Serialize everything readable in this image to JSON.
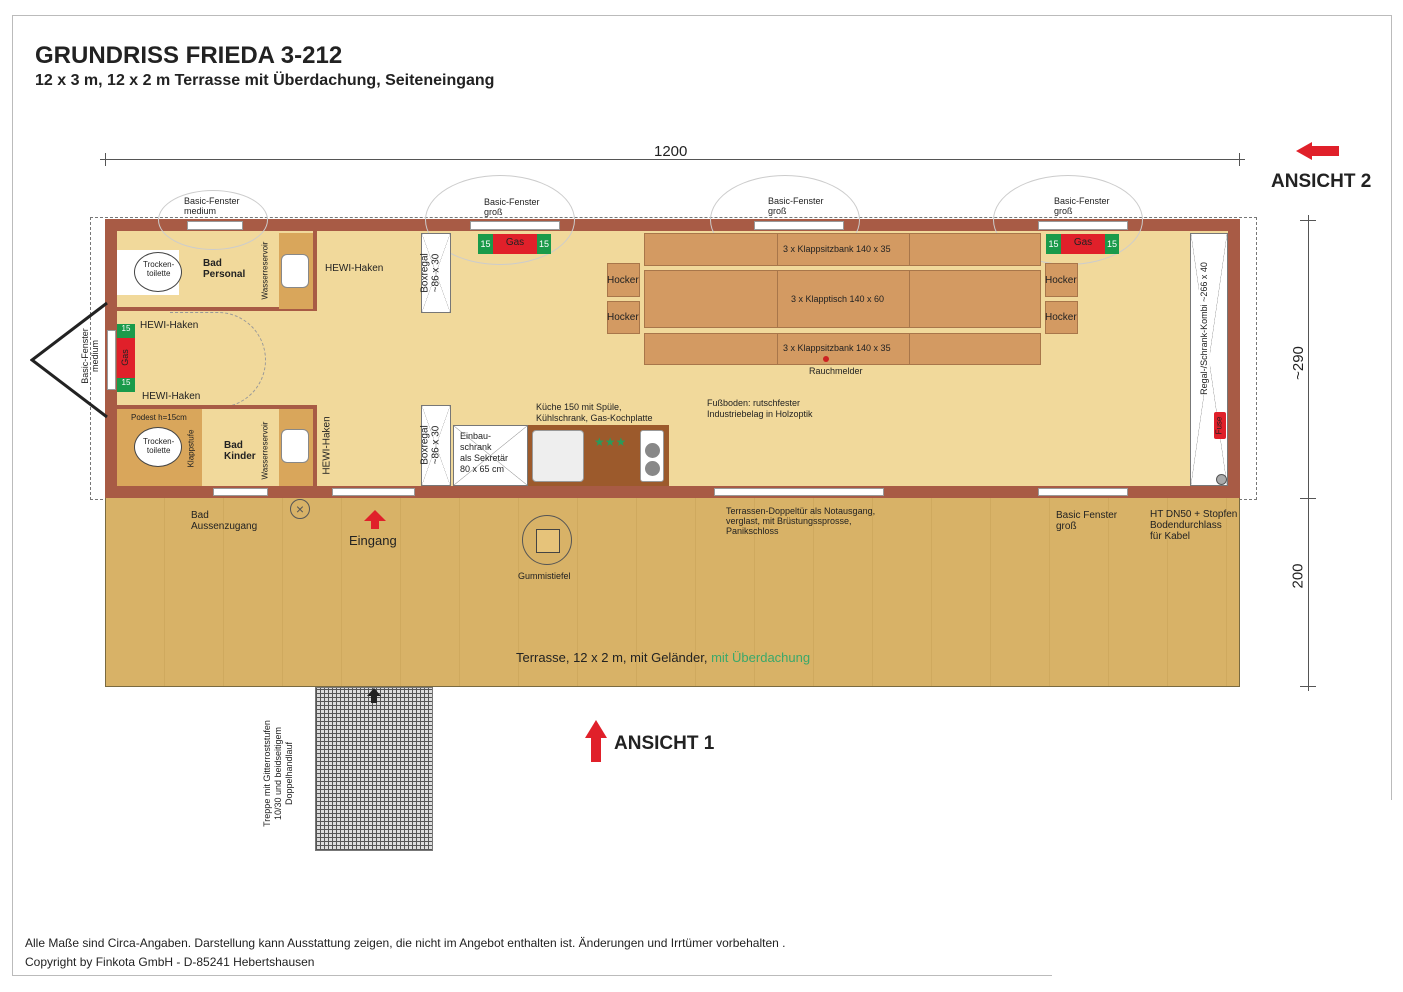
{
  "title": "GRUNDRISS FRIEDA 3-212",
  "subtitle": "12 x 3 m, 12 x 2 m Terrasse mit Überdachung, Seiteneingang",
  "dimensions": {
    "width": "1200",
    "depth_house": "~290",
    "depth_terrace": "200"
  },
  "views": {
    "view2": "ANSICHT 2",
    "view1": "ANSICHT 1"
  },
  "windows": {
    "w1": "Basic-Fenster\nmedium",
    "w2": "Basic-Fenster\ngroß",
    "w3": "Basic-Fenster\ngroß",
    "w4": "Basic-Fenster\ngroß",
    "side": "Basic-Fenster\nmedium",
    "terrace": "Basic Fenster\ngroß"
  },
  "rooms": {
    "bath_staff": "Bad\nPersonal",
    "bath_kids": "Bad\nKinder",
    "toilet1": "Trocken-\ntoilette",
    "toilet2": "Trocken-\ntoilette",
    "podest": "Podest h=15cm",
    "step": "Klappstufe",
    "water1": "Wasserreservoir",
    "water2": "Wasserreservoir"
  },
  "hooks": {
    "h1": "HEWI-Haken",
    "h2": "HEWI-Haken",
    "h3": "HEWI-Haken",
    "h4": "HEWI-Haken"
  },
  "gas": {
    "label": "Gas",
    "num": "15"
  },
  "furniture": {
    "boxregal": "Boxregal\n~86 x 30",
    "bench_top": "3 x Klappsitzbank 140 x 35",
    "table": "3 x Klapptisch 140 x 60",
    "bench_bottom": "3 x Klappsitzbank 140 x 35",
    "hocker": "Hocker",
    "smoke": "Rauchmelder",
    "cabinet": "Einbau-\nschrank\nals Sekretär\n80 x 65 cm",
    "kitchen": "Küche 150 mit Spüle,\nKühlschrank, Gas-Kochplatte",
    "floor": "Fußboden: rutschfester\nIndustriebelag in Holzoptik",
    "regal": "Regal-/Schrank-Kombi ~266 x 40",
    "fuse": "Fuse"
  },
  "terrace": {
    "bath_access": "Bad\nAussenzugang",
    "entrance": "Eingang",
    "boots": "Gummistiefel",
    "door": "Terrassen-Doppeltür als Notausgang,\nverglast, mit Brüstungssprosse,\nPanikschloss",
    "drain": "HT DN50 + Stopfen\nBodendurchlass\nfür Kabel",
    "label": "Terrasse, 12 x 2 m, mit Geländer,",
    "label_roof": "mit Überdachung",
    "stairs": "Treppe mit Gitterroststufen\n10/30 und beidseitigem\nDoppelhandlauf"
  },
  "footer": {
    "disclaimer": "Alle Maße sind Circa-Angaben. Darstellung kann Ausstattung zeigen, die nicht im Angebot enthalten ist. Änderungen und Irrtümer vorbehalten .",
    "copyright": "Copyright by Finkota GmbH - D-85241 Hebertshausen"
  },
  "colors": {
    "wall": "#a85b45",
    "floor": "#f1d99b",
    "terrace": "#d8b267",
    "accent_red": "#e0202a",
    "accent_green": "#1a9a4a"
  }
}
